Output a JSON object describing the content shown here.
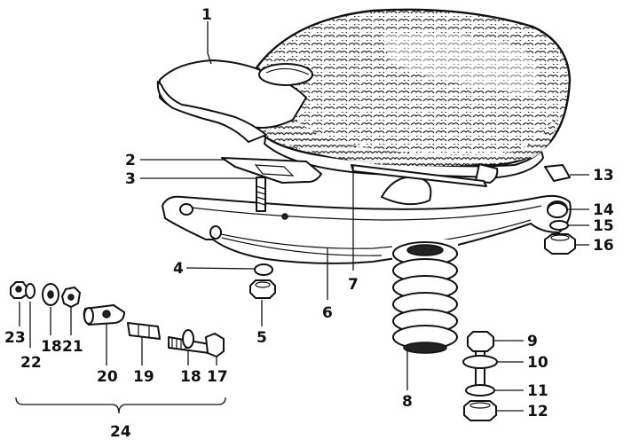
{
  "diagram": {
    "callouts": [
      {
        "id": "c1",
        "text": "1"
      },
      {
        "id": "c2",
        "text": "2"
      },
      {
        "id": "c3",
        "text": "3"
      },
      {
        "id": "c4",
        "text": "4"
      },
      {
        "id": "c5",
        "text": "5"
      },
      {
        "id": "c6",
        "text": "6"
      },
      {
        "id": "c7",
        "text": "7"
      },
      {
        "id": "c8",
        "text": "8"
      },
      {
        "id": "c9",
        "text": "9"
      },
      {
        "id": "c10",
        "text": "10"
      },
      {
        "id": "c11",
        "text": "11"
      },
      {
        "id": "c12",
        "text": "12"
      },
      {
        "id": "c13",
        "text": "13"
      },
      {
        "id": "c14",
        "text": "14"
      },
      {
        "id": "c15",
        "text": "15"
      },
      {
        "id": "c16",
        "text": "16"
      },
      {
        "id": "c17",
        "text": "17"
      },
      {
        "id": "c18a",
        "text": "18"
      },
      {
        "id": "c18b",
        "text": "18"
      },
      {
        "id": "c19",
        "text": "19"
      },
      {
        "id": "c20",
        "text": "20"
      },
      {
        "id": "c21",
        "text": "21"
      },
      {
        "id": "c22",
        "text": "22"
      },
      {
        "id": "c23",
        "text": "23"
      },
      {
        "id": "c24",
        "text": "24"
      }
    ]
  }
}
